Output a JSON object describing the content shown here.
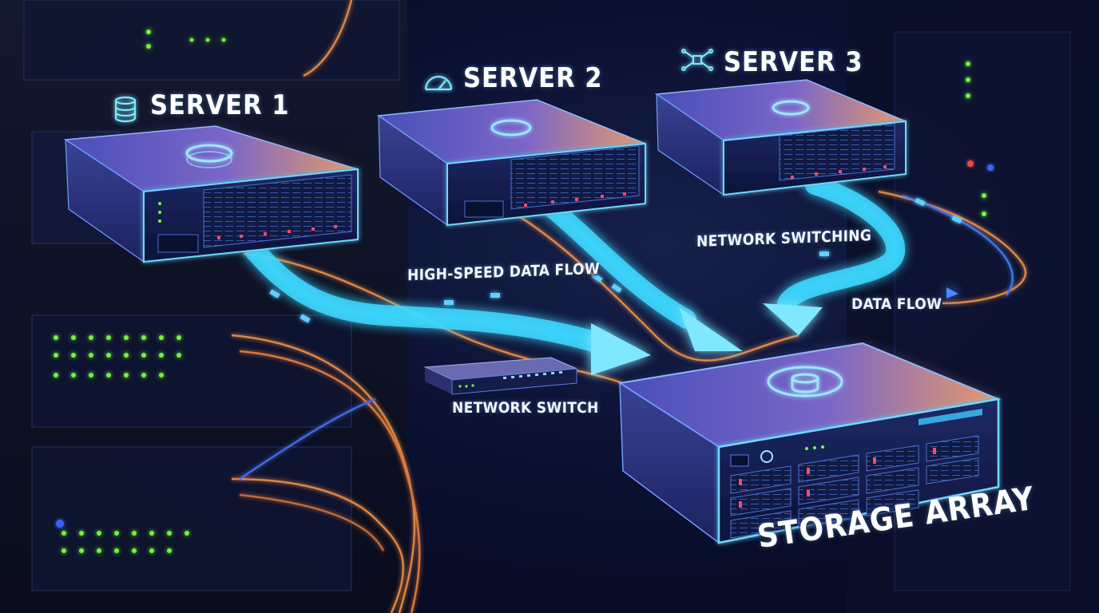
{
  "servers": [
    {
      "label": "SERVER 1",
      "icon": "database-icon"
    },
    {
      "label": "SERVER 2",
      "icon": "speedometer-icon"
    },
    {
      "label": "SERVER 3",
      "icon": "network-nodes-icon"
    }
  ],
  "flows": {
    "high_speed": "HIGH-SPEED DATA FLOW",
    "switching": "NETWORK SWITCHING",
    "data_flow": "DATA FLOW"
  },
  "switch": {
    "label": "NETWORK SWITCH"
  },
  "storage": {
    "label": "STORAGE ARRAY"
  },
  "colors": {
    "flow": "#3fd8ff",
    "cable_orange": "#ff9a4a",
    "server_top": "#6a5cc4",
    "server_glow": "#3d8bff",
    "led_green": "#7dff3a",
    "led_red": "#ff4a6a"
  }
}
